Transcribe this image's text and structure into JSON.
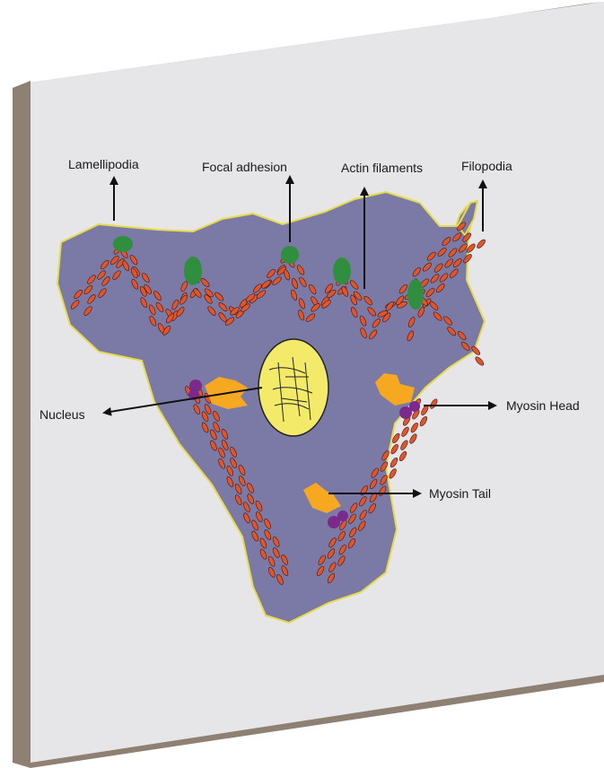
{
  "labels": {
    "lamellipodia": "Lamellipodia",
    "focal_adhesion": "Focal adhesion",
    "actin_filaments": "Actin  filaments",
    "filopodia": "Filopodia",
    "nucleus": "Nucleus",
    "myosin_head": "Myosin  Head",
    "myosin_tail": "Myosin Tail"
  },
  "colors": {
    "board_face": "#e6e6e8",
    "board_side": "#8f8074",
    "cell_body": "#7b7aa6",
    "cell_outline": "#e6dc4a",
    "actin": "#e2542c",
    "focal_adhesion": "#2f8f3e",
    "nucleus": "#f4ea6a",
    "myosin_head": "#7a2a8a",
    "myosin_tail": "#f7a821",
    "arrow": "#111111"
  }
}
